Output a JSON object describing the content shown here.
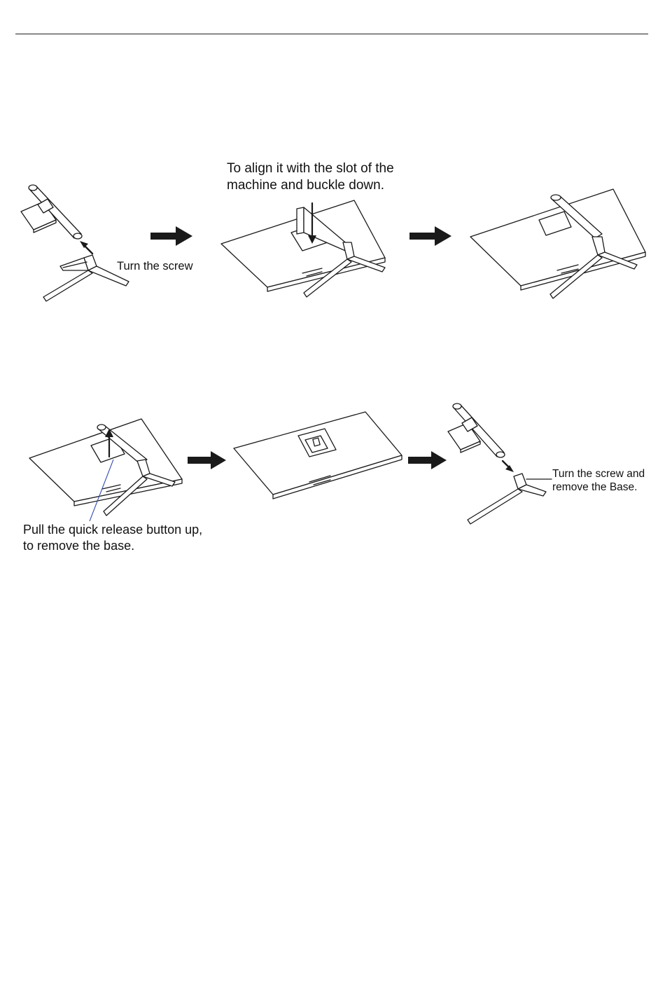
{
  "step_labels": {
    "align": [
      "To align it with the slot of the",
      "machine and buckle down."
    ],
    "turn_screw": "Turn the screw",
    "pull_release": [
      "Pull the quick release button up,",
      "to remove the base."
    ],
    "turn_screw_remove": [
      "Turn the screw and",
      "remove the Base."
    ]
  },
  "colors": {
    "ink": "#1a1a1a",
    "leader_blue": "#3a4fb0",
    "background": "#ffffff"
  }
}
